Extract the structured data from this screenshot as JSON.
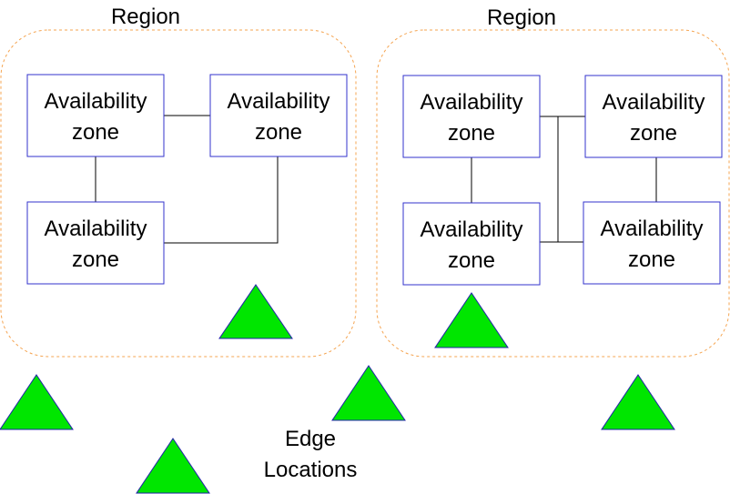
{
  "colors": {
    "region_border": "#f5a552",
    "zone_border": "#3333cc",
    "connector": "#000000",
    "edge_fill": "#00e600",
    "edge_stroke": "#2222aa",
    "text": "#000000",
    "background": "#ffffff"
  },
  "regions": [
    {
      "title": "Region",
      "zones": [
        {
          "line1": "Availability",
          "line2": "zone"
        },
        {
          "line1": "Availability",
          "line2": "zone"
        },
        {
          "line1": "Availability",
          "line2": "zone"
        }
      ]
    },
    {
      "title": "Region",
      "zones": [
        {
          "line1": "Availability",
          "line2": "zone"
        },
        {
          "line1": "Availability",
          "line2": "zone"
        },
        {
          "line1": "Availability",
          "line2": "zone"
        },
        {
          "line1": "Availability",
          "line2": "zone"
        }
      ]
    }
  ],
  "edge_locations_label": {
    "line1": "Edge",
    "line2": "Locations"
  },
  "edge_location_icon": "triangle-icon"
}
